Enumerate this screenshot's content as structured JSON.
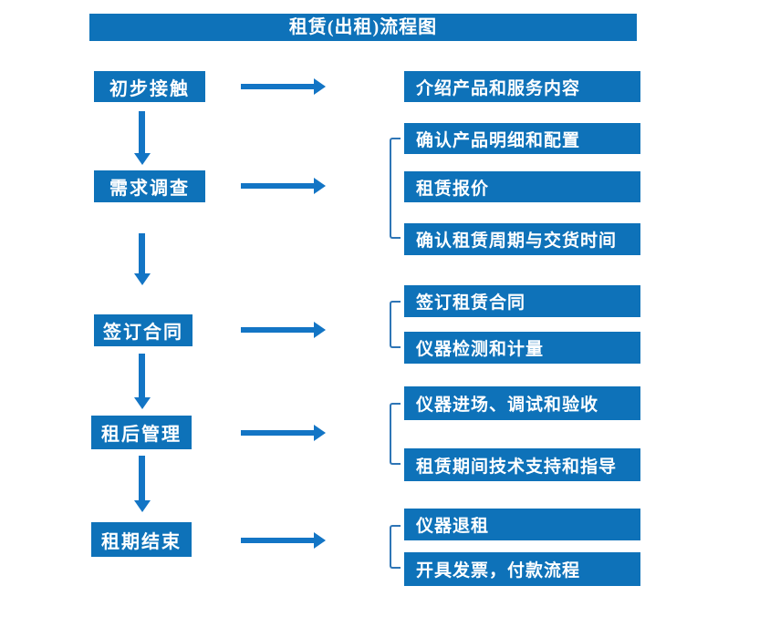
{
  "title": "租赁(出租)流程图",
  "colors": {
    "primary": "#0E72B9",
    "arrow": "#1375C5",
    "bracket": "#2E75B6",
    "text": "#FFFFFF"
  },
  "steps": [
    {
      "label": "初步接触",
      "outputs": [
        "介绍产品和服务内容"
      ]
    },
    {
      "label": "需求调查",
      "outputs": [
        "确认产品明细和配置",
        "租赁报价",
        "确认租赁周期与交货时间"
      ]
    },
    {
      "label": "签订合同",
      "outputs": [
        "签订租赁合同",
        "仪器检测和计量"
      ]
    },
    {
      "label": "租后管理",
      "outputs": [
        "仪器进场、调试和验收",
        "租赁期间技术支持和指导"
      ]
    },
    {
      "label": "租期结束",
      "outputs": [
        "仪器退租",
        "开具发票，付款流程"
      ]
    }
  ]
}
